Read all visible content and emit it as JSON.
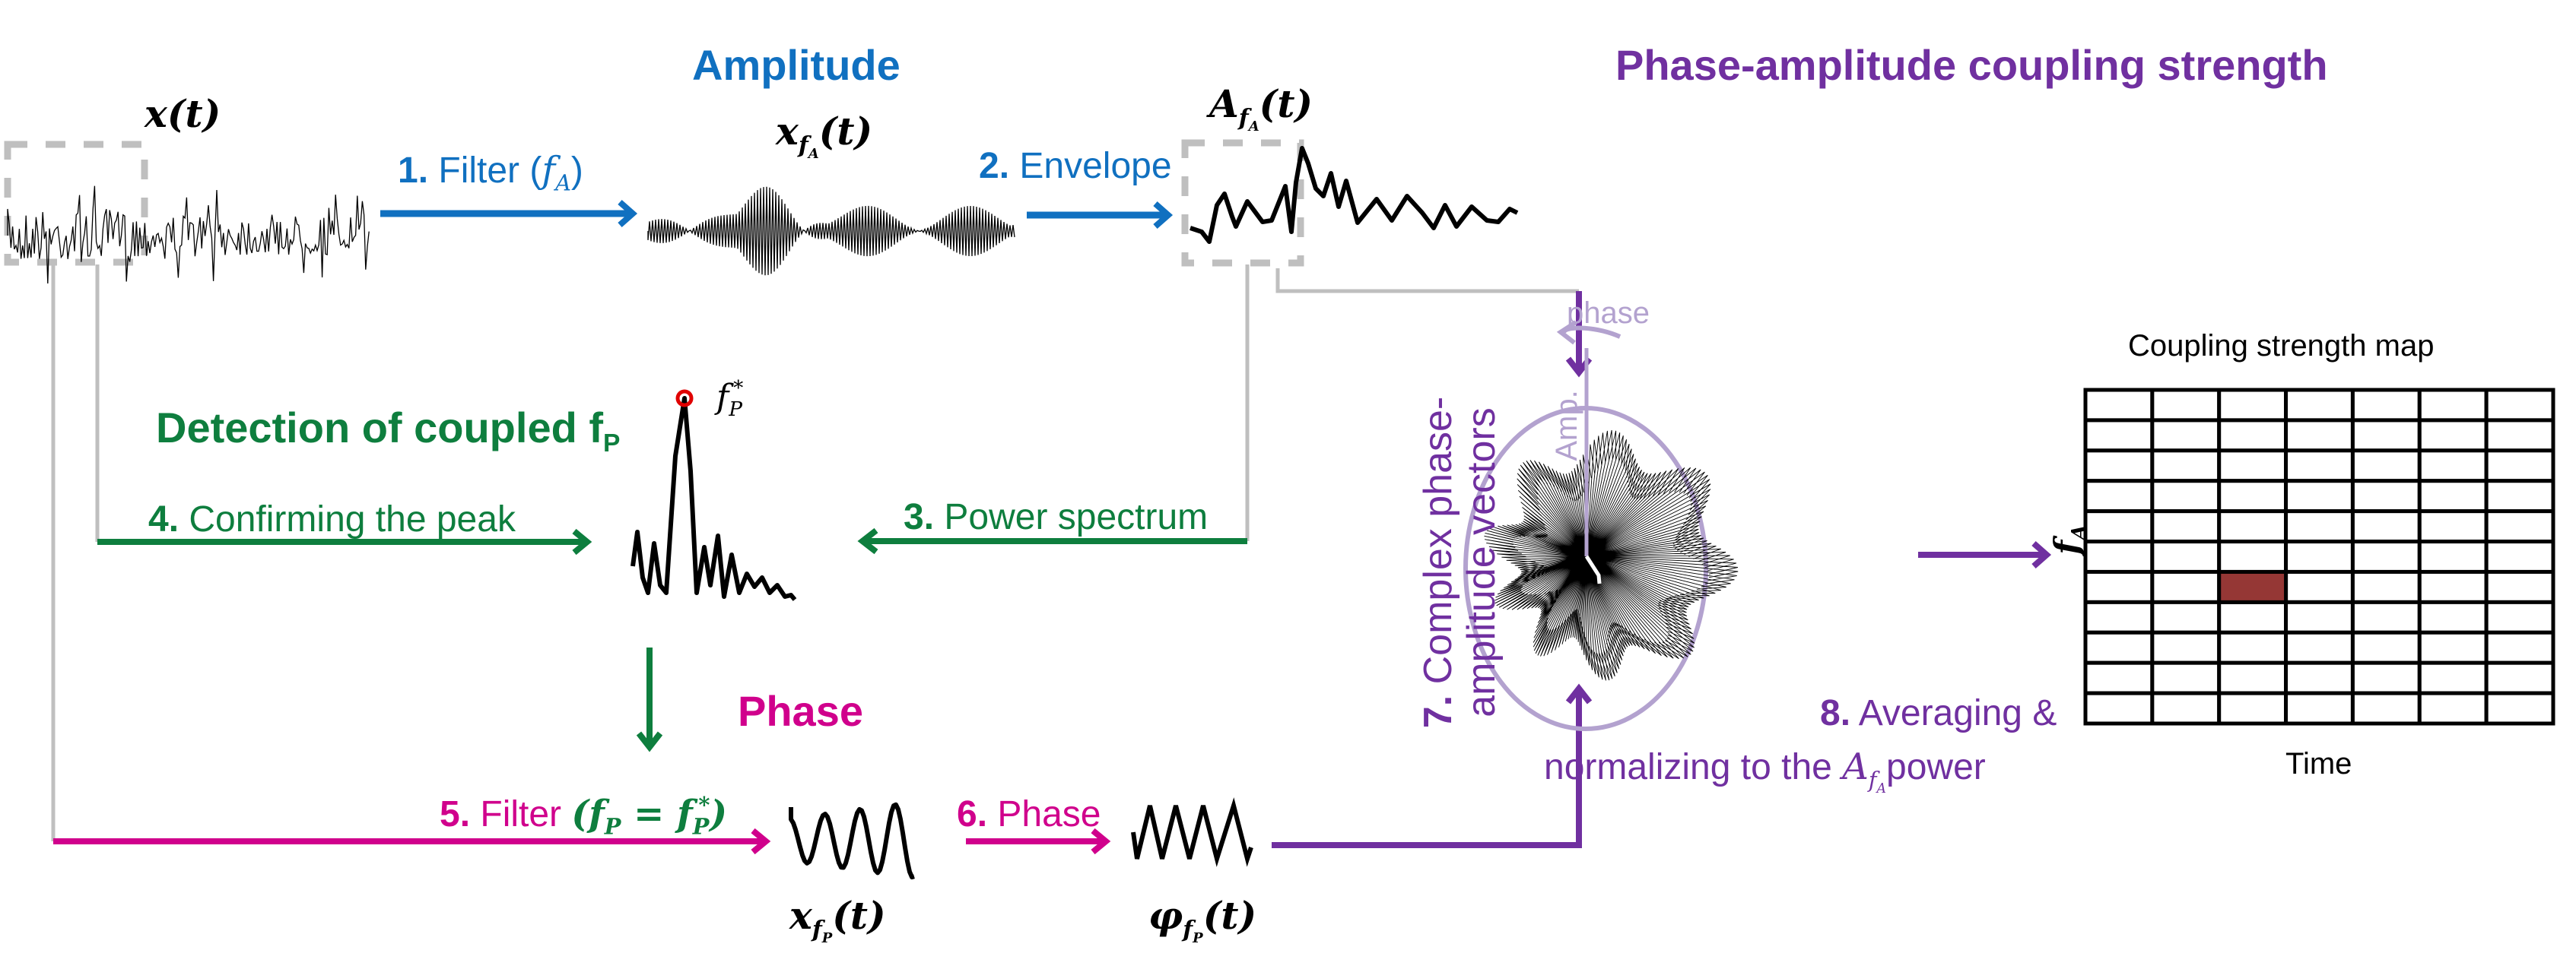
{
  "colors": {
    "amplitude": "#1070C0",
    "detection": "#0E7E3E",
    "phase": "#D0008C",
    "coupling": "#7030A0",
    "lavender": "#B3A2CF",
    "connector_grey": "#BFBFBF",
    "highlight_cell": "#953735"
  },
  "sections": {
    "amplitude_title": "Amplitude",
    "coupling_title": "Phase-amplitude coupling strength",
    "detection_title": "Detection of coupled f",
    "detection_title_sub": "P",
    "phase_title": "Phase"
  },
  "signals": {
    "raw": {
      "symbol": "x",
      "arg": "(t)"
    },
    "amp_filtered": {
      "symbol": "x",
      "sub": "f",
      "subsub": "A",
      "arg": "(t)"
    },
    "envelope": {
      "symbol": "A",
      "sub": "f",
      "subsub": "A",
      "arg": "(t)"
    },
    "phase_filtered": {
      "symbol": "x",
      "sub": "f",
      "subsub": "P",
      "arg": "(t)"
    },
    "phase_signal": {
      "symbol": "φ",
      "sub": "f",
      "subsub": "P",
      "arg": "(t)"
    },
    "peak_marker": {
      "symbol": "f",
      "sub": "P",
      "sup": "*"
    }
  },
  "steps": [
    {
      "num": "1.",
      "text": "Filter (",
      "math": "f",
      "math_sub": "A",
      "close": ")"
    },
    {
      "num": "2.",
      "text": "Envelope"
    },
    {
      "num": "3.",
      "text": "Power spectrum"
    },
    {
      "num": "4.",
      "text": "Confirming the peak"
    },
    {
      "num": "5.",
      "text": "Filter ",
      "math": "(f",
      "math_sub": "P",
      "eq": " = f",
      "eq_sub": "P",
      "eq_sup": "*",
      "close": ")"
    },
    {
      "num": "6.",
      "text": "Phase"
    },
    {
      "num": "7.",
      "text_line1": "Complex phase-",
      "text_line2": "amplitude  vectors"
    },
    {
      "num": "8.",
      "text_line1": "Averaging &",
      "text_line2": "normalizing to the ",
      "math": "A",
      "math_sub": "f",
      "math_subsub": "A",
      "tail": "power"
    }
  ],
  "polar": {
    "phase_label": "phase",
    "amp_label": "Amp."
  },
  "map": {
    "title": "Coupling strength map",
    "xlabel": "Time",
    "ylabel": "f",
    "ylabel_sub": "A",
    "cols": 7,
    "rows": 11,
    "highlight": {
      "col": 2,
      "row": 6
    }
  }
}
